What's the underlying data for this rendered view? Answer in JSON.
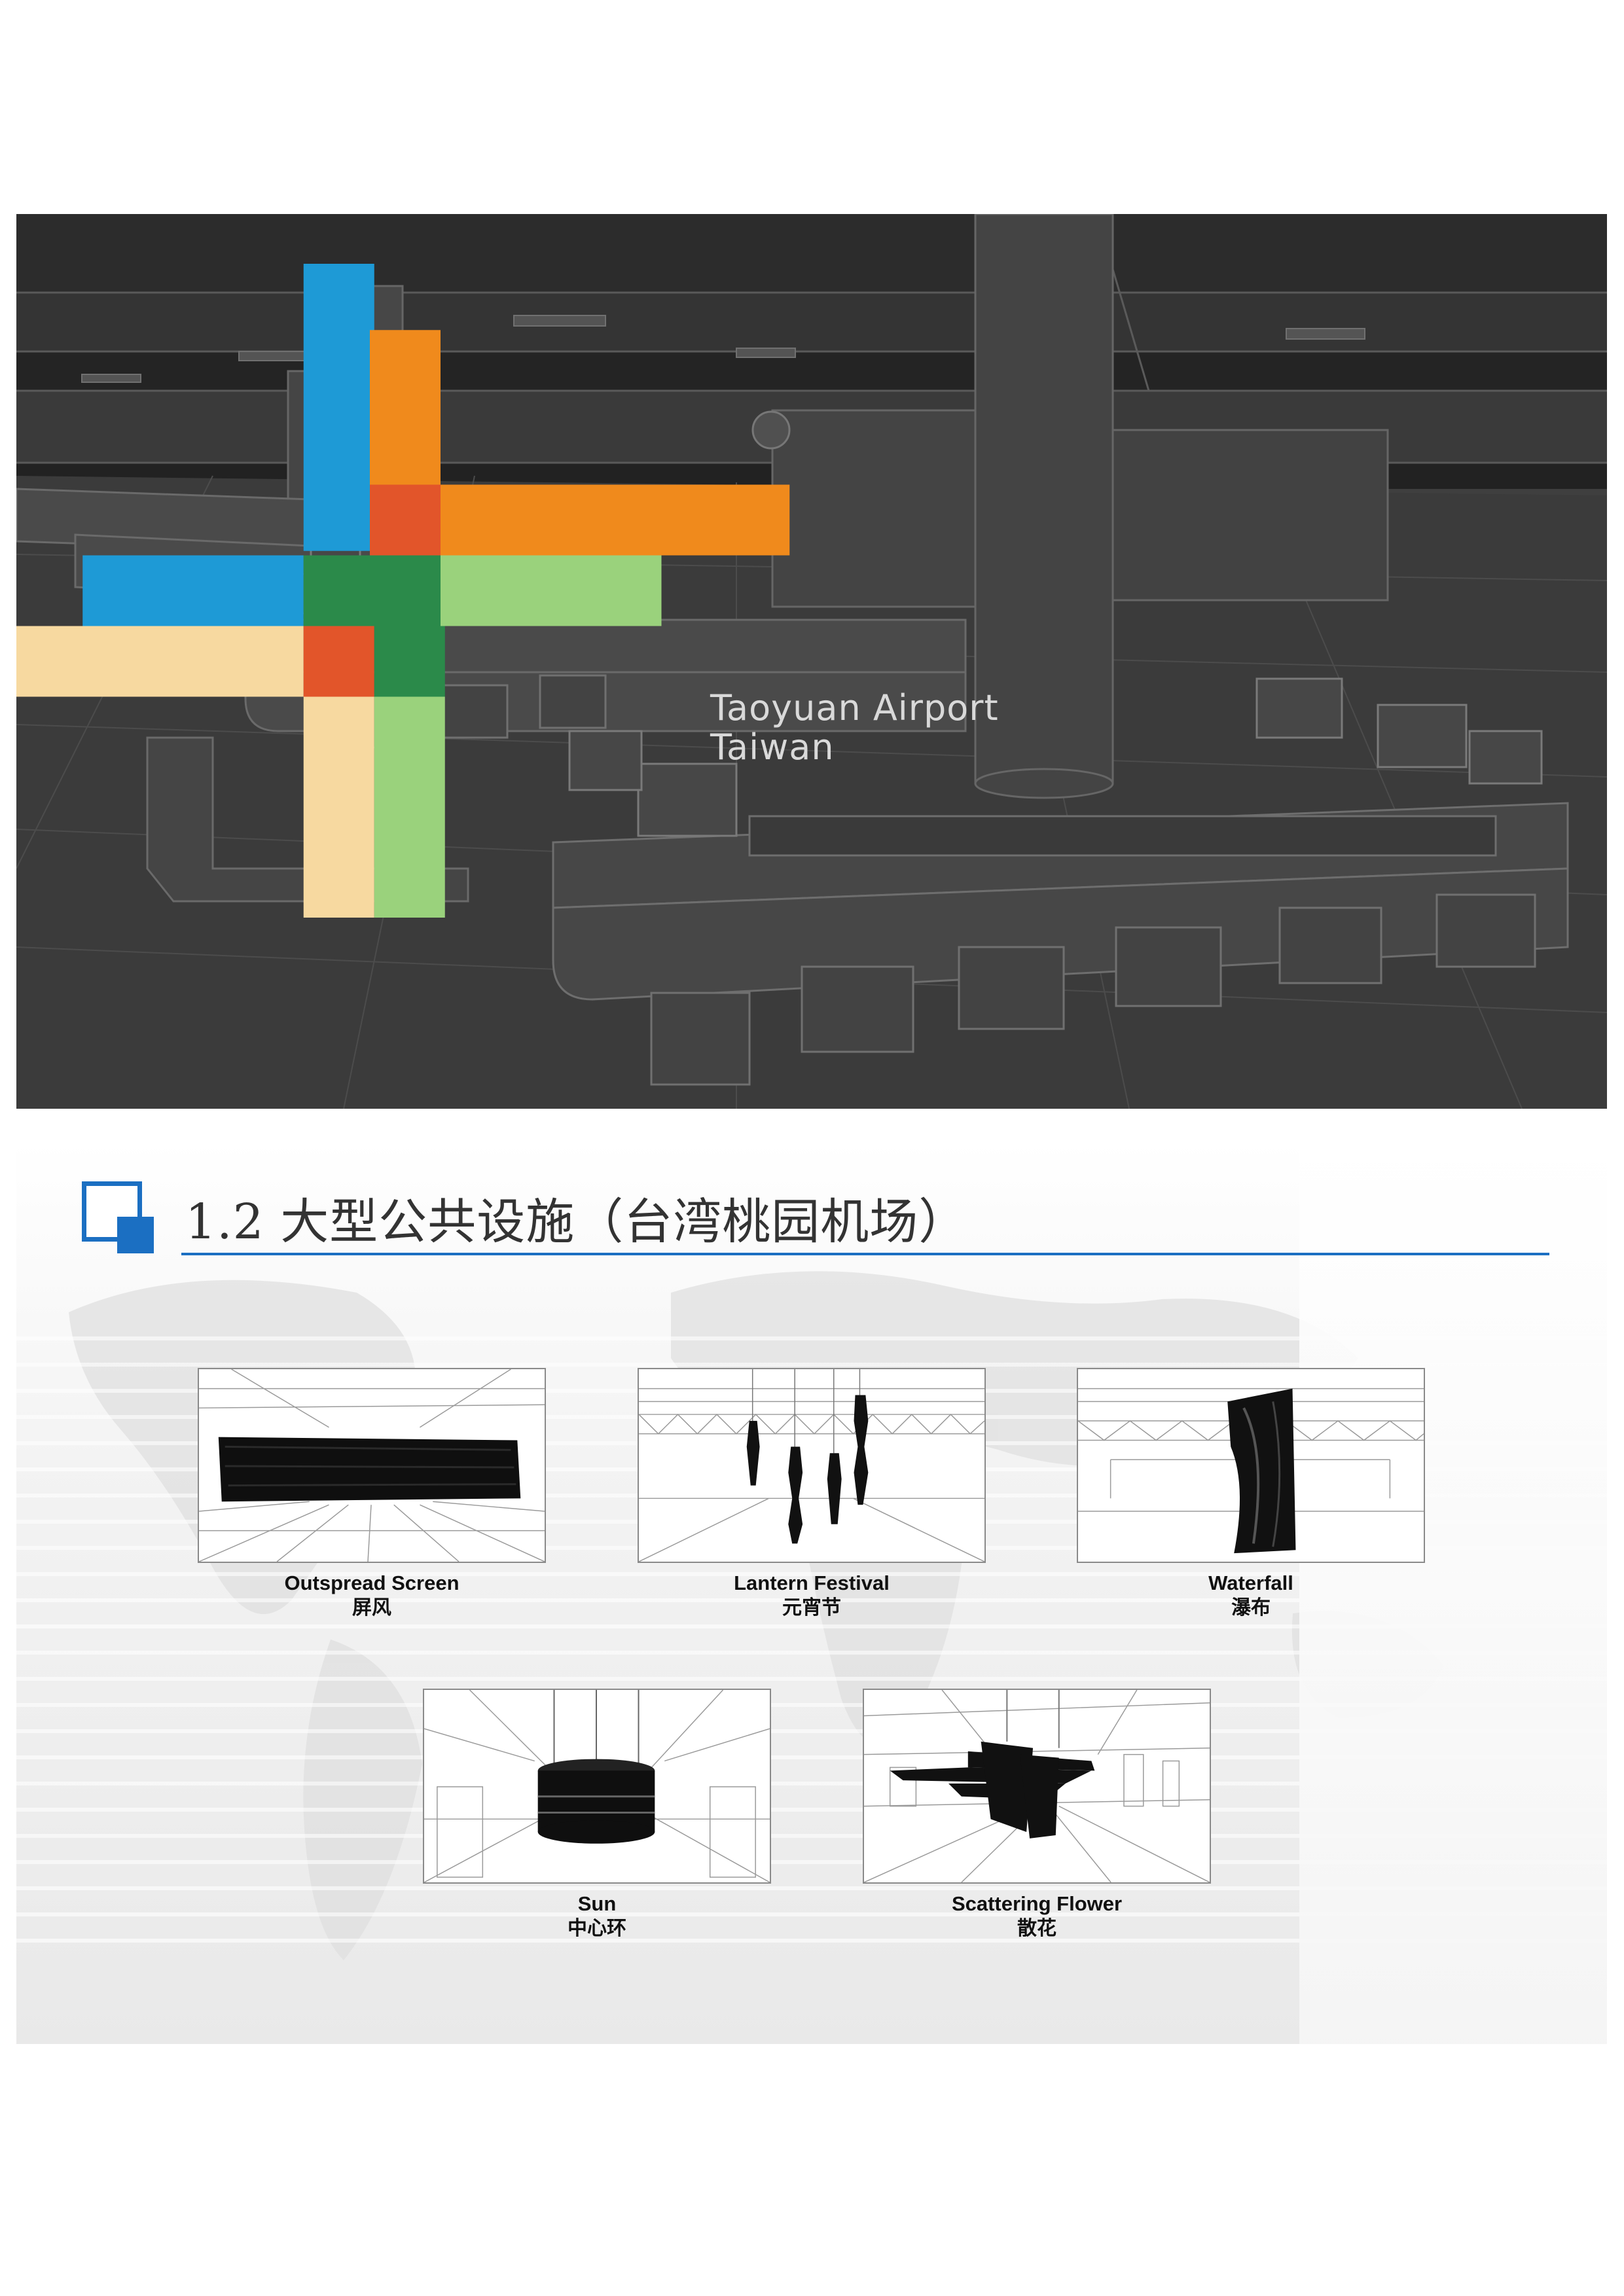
{
  "hero": {
    "logo_line1": "Taoyuan Airport",
    "logo_line2": "Taiwan",
    "logo_colors": [
      "#1e9ad6",
      "#f08a1c",
      "#e2552a",
      "#2b8a4a",
      "#9ad27c",
      "#f7d9a0"
    ]
  },
  "section": {
    "title": "1.2 大型公共设施（台湾桃园机场）",
    "accent_color": "#1b6fc2"
  },
  "cards": [
    {
      "title_en": "Outspread Screen",
      "title_cn": "屏风"
    },
    {
      "title_en": "Lantern Festival",
      "title_cn": "元宵节"
    },
    {
      "title_en": "Waterfall",
      "title_cn": "瀑布"
    },
    {
      "title_en": "Sun",
      "title_cn": "中心环"
    },
    {
      "title_en": "Scattering Flower",
      "title_cn": "散花"
    }
  ]
}
